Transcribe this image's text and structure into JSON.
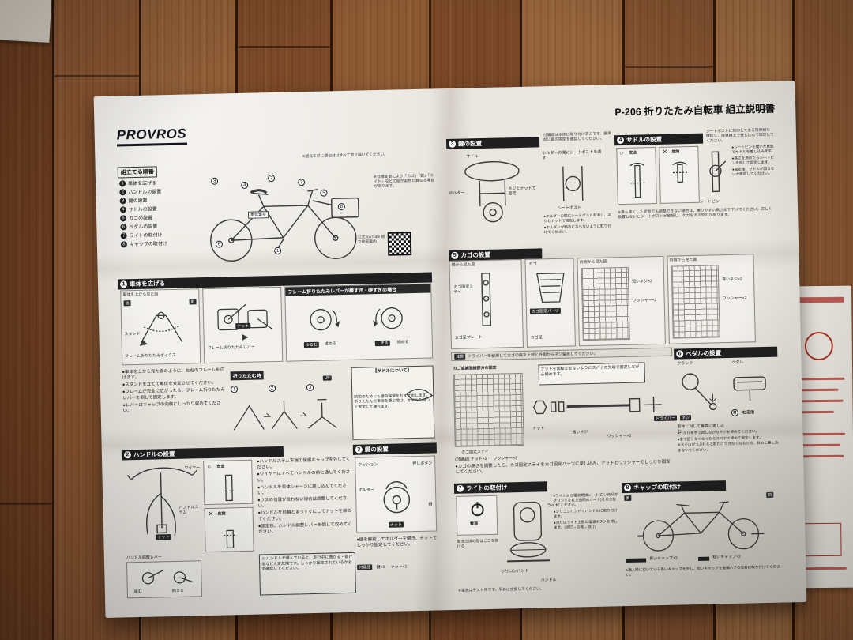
{
  "header": {
    "brand": "PROVROS",
    "product_title": "P-206 折りたたみ自転車 組立説明書",
    "prep_note": "※組立て前に梱包材はすべて取り除いてください。"
  },
  "order": {
    "title": "組立てる順番",
    "nums": [
      "1",
      "2",
      "3",
      "4",
      "5",
      "6",
      "7",
      "8"
    ],
    "items": [
      "車体を広げる",
      "ハンドルの設置",
      "鍵の設置",
      "サドルの設置",
      "カゴの設置",
      "ペダルの設置",
      "ライトの取付け",
      "キャップの取付け"
    ]
  },
  "overview": {
    "frame_no": "車体番号",
    "qr_caption": "公式YouTube 組立動画案内",
    "spec_note": "※仕様変更により「カゴ」「鍵」「ライト」などの絵が実物と異なる場合があります。",
    "callouts": [
      "1",
      "2",
      "3",
      "4",
      "5",
      "6",
      "7",
      "8"
    ]
  },
  "common": {
    "ok": "安全",
    "ng": "危険",
    "okm": "○",
    "ngm": "✕"
  },
  "s1": {
    "num": "1",
    "title": "車体を広げる",
    "p1_title": "車体を上から見た図",
    "rear": "後",
    "front": "前",
    "stand": "スタンド",
    "box": "フレーム折りたたみボックス",
    "lever": "フレーム折りたたみレバー",
    "nut": "ナット",
    "warn_title": "フレーム折りたたみレバーが緩すぎ・硬すぎの場合",
    "loosen": "緩める",
    "tighten": "締める",
    "loose": "ゆるむ",
    "tight": "しまる",
    "bullets": [
      "●車体を上から見た図のように、左右のフレームを広げます。",
      "●スタンドを立てて車体を安定させてください。",
      "●フレームが完全に広がったら、フレーム折りたたみレバーを倒して固定します。",
      "●レバーはキャップの内側にしっかり収めてください。"
    ],
    "fold_title": "折りたたむ時",
    "steps": [
      "1",
      "2",
      "3"
    ],
    "up": "UP",
    "saddle_title": "【サドルについて】",
    "saddle_text": "防犯のためにも屋内保管をおすすめします。折りたたんだ車体を運ぶ際は、サドルを持つと安定して運べます。"
  },
  "s2": {
    "num": "2",
    "title": "ハンドルの設置",
    "wire": "ワイヤー",
    "stem": "ハンドルステム",
    "nut": "ナット",
    "adj": "ハンドル調整レバー",
    "loose": "緩む",
    "tight": "締まる",
    "bullets": [
      "●ハンドルステム下端の保護キャップを外してください。",
      "●ワイヤーはすべてハンドルの前に通してください。",
      "●ハンドルを車体シャーシに差し込んでください。",
      "●ウスの位置が合わない場合は調整してください。",
      "●ハンドルを前輪とまっすぐにしてナットを締めてください。",
      "●固定後、ハンドル調整レバーを倒して収めてください。"
    ],
    "warn": "⚠ ハンドルが緩んでいると、走行中に曲がる・抜けるなど大変危険です。しっかり固定されているか必ず確認してください。"
  },
  "s3b": {
    "num": "3",
    "title": "鍵の設置",
    "cushion": "クッション",
    "button": "押しボタン",
    "holder": "ホルダー",
    "key": "鍵",
    "nut": "ナット",
    "bullets": [
      "●鍵を解錠してホルダーを開き、ナットでしっかり固定してください。"
    ],
    "acc_title": "付属品",
    "acc": [
      "鍵×1",
      "ナット×1"
    ]
  },
  "s3t": {
    "num": "3",
    "title": "鍵の設置",
    "note": "付属品は本体に取り付け済みです。乗車前に鍵の開閉を確認してください。",
    "saddle": "サドル",
    "holder": "ホルダー",
    "fix": "ネジとナットで固定",
    "through": "ホルダーの間にシートポストを通す",
    "post": "シートポスト",
    "bullets": [
      "●ホルダーの間にシートポストを通し、ネジとナットで固定します。",
      "●ホルダーが斜めにならないように取り付けてください。"
    ]
  },
  "s4": {
    "num": "4",
    "title": "サドルの設置",
    "note": "シートポストに刻印してある限界線を確認し、限界線まで差し込んで固定してください。",
    "pin": "シートピン",
    "bullets": [
      "●シートピンを開いた状態でサドルを差し込みます。",
      "●高さを決めたらシートピンを倒して固定します。",
      "●固定後、サドルが回らないか確認してください。"
    ],
    "warn": "※最も高くした状態でも調整できない場合は、乗りやすい高さまで下げてください。正しく設置しないとシートポストが破損し、ケガをする恐れがあります。"
  },
  "s5": {
    "num": "5",
    "title": "カゴの設置",
    "p1_title": "横から見た図",
    "stay": "カゴ固定ステイ",
    "foot_plate": "カゴ足プレート",
    "basket": "カゴ",
    "parts": "カゴ固定パーツ",
    "foot": "カゴ足",
    "p3_title": "内側から見た図",
    "p4_title": "内側から見た図",
    "short_screw": "短いネジ×2",
    "washer": "ワッシャー×2",
    "long_screw": "長いネジ×2",
    "row1_tag": "注意",
    "row1_note": "ドライバーを使用してカゴの底を上部と外側からネジ留めしてください。",
    "p5_title": "カゴ底補強線部分の固定",
    "tip": "ナットを回転させないようにスパナの先端で固定しながら締めます。",
    "nut": "ナット",
    "long": "長いネジ",
    "driver": "ドライバー",
    "acc": "(付属品) ナット×2 ・ ワッシャー×2",
    "bullets": [
      "●カゴの高さを調整したら、カゴ固定ステイをカゴ固定パーツに差し込み、ナットとワッシャーでしっかり固定してください。"
    ]
  },
  "s6": {
    "num": "6",
    "title": "ペダルの設置",
    "crank": "クランク",
    "pedal": "ペダル",
    "screw": "ネジ",
    "r": "R",
    "right": "右足用",
    "insert": "車体に対して垂直に差し込む",
    "bullets": [
      "●ペダルを手で回しながらネジを締めてください。",
      "●手で回らなくなったらスパナで締めて固定します。",
      "※ネジ山がつぶれると取付けできなくなるため、斜めに差し込まないでください。"
    ]
  },
  "s7": {
    "num": "7",
    "title": "ライトの取付け",
    "power": "電源",
    "battery": "電池交換の際はここを開ける",
    "light": "ライト",
    "band": "シリコンバンド",
    "handle": "ハンドル",
    "bullets": [
      "●ライトから電池絶縁シート(白い矢印がプリントされた透明のシート)を引き抜いてください。",
      "●シリコンバンドでハンドルに取り付けます。",
      "●点灯はライト上部の電源ボタンを押します。(点灯→点滅→消灯)"
    ],
    "note": "※電池はテスト用です。早めに交換してください。"
  },
  "s8": {
    "num": "8",
    "title": "キャップの取付け",
    "rear": "後",
    "front": "前",
    "long_cap": "長いキャップ×2",
    "short_cap": "短いキャップ×2",
    "bullets": [
      "●購入時に付いている長いキャップを外し、短いキャップを後輪ハブの左右に取り付けてください。"
    ]
  }
}
